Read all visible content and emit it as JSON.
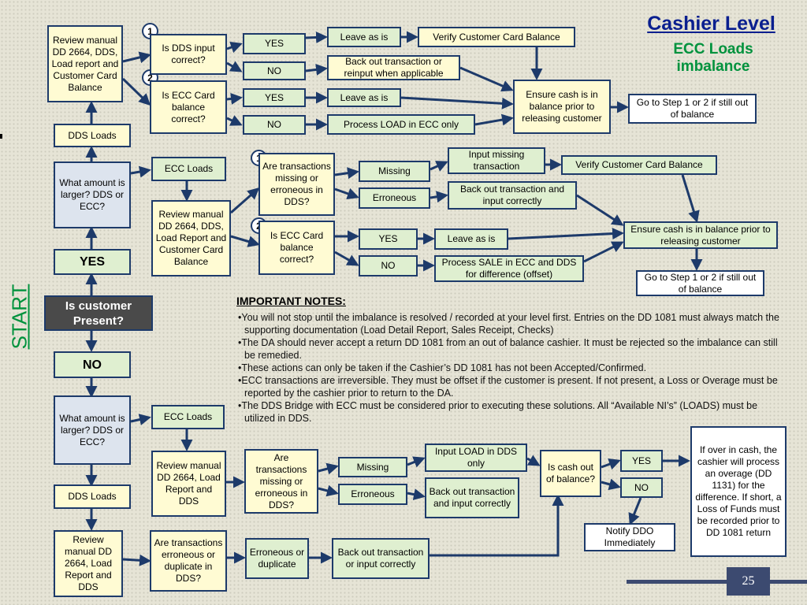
{
  "header": {
    "title": "Cashier Level",
    "subtitle": "ECC Loads imbalance"
  },
  "side": {
    "start_label": "START",
    "tick": "."
  },
  "center": {
    "question": "Is customer Present?",
    "yes": "YES",
    "no": "NO"
  },
  "top": {
    "review": "Review manual DD 2664, DDS, Load report and Customer Card Balance",
    "dds_loads": "DDS Loads",
    "n1": "1",
    "n2": "2",
    "q1": "Is DDS input correct?",
    "q2": "Is ECC Card balance correct?",
    "yes1": "YES",
    "no1": "NO",
    "yes2": "YES",
    "no2": "NO",
    "leave1": "Leave as is",
    "verify": "Verify Customer Card Balance",
    "backout": "Back out transaction or reinput when applicable",
    "leave2": "Leave as is",
    "process": "Process LOAD in ECC only",
    "ensure": "Ensure cash is in balance prior to releasing customer",
    "goto": "Go to Step 1 or 2 if still out of balance"
  },
  "yes_path": {
    "what": "What amount is larger? DDS or ECC?",
    "ecc_loads": "ECC Loads",
    "review": "Review manual DD 2664, DDS, Load Report and Customer Card Balance",
    "n1": "1",
    "n2": "2",
    "q_tx": "Are transactions missing or erroneous in DDS?",
    "q_card": "Is ECC Card balance correct?",
    "missing": "Missing",
    "erroneous": "Erroneous",
    "input_missing": "Input missing transaction",
    "verify": "Verify Customer Card Balance",
    "backout": "Back out transaction and input correctly",
    "yes": "YES",
    "no": "NO",
    "leave": "Leave as is",
    "process_sale": "Process SALE in ECC and DDS for difference (offset)",
    "ensure": "Ensure cash is in balance prior to releasing customer",
    "goto": "Go to Step 1 or 2 if still out of balance"
  },
  "notes": {
    "heading": "IMPORTANT NOTES:",
    "items": [
      "•You will not stop until the imbalance is resolved / recorded at your level first.  Entries on the DD 1081 must always match the supporting documentation (Load Detail Report, Sales Receipt, Checks)",
      "•The DA should never accept a return DD 1081 from an out of balance cashier. It must be rejected so the imbalance can still be remedied.",
      "•These actions can only be taken if the Cashier’s DD 1081 has not been Accepted/Confirmed.",
      "•ECC transactions are irreversible.  They must be offset if the customer is present.  If not present, a Loss or Overage must be reported by the cashier prior to return to the DA.",
      "•The DDS Bridge with ECC must be considered prior to executing these solutions.  All “Available NI’s” (LOADS) must be utilized in DDS."
    ]
  },
  "no_path": {
    "what": "What amount is larger? DDS or ECC?",
    "ecc_loads": "ECC Loads",
    "review_ecc": "Review manual DD 2664, Load Report  and DDS",
    "q_tx": "Are transactions missing or erroneous in DDS?",
    "missing": "Missing",
    "erroneous": "Erroneous",
    "input_load": "Input LOAD in DDS only",
    "backout": "Back out transaction and input correctly",
    "q_cash": "Is cash out of balance?",
    "yes": "YES",
    "no": "NO",
    "over_cash": "If over in cash, the cashier will process an overage (DD 1131) for the difference. If short, a Loss of Funds must be recorded prior to DD 1081 return",
    "notify": "Notify DDO Immediately",
    "dds_loads": "DDS Loads",
    "review_dds": "Review manual DD 2664, Load Report  and DDS",
    "q_err": "Are transactions erroneous or duplicate in DDS?",
    "err_dup": "Erroneous or duplicate",
    "backout2": "Back out transaction or input correctly"
  },
  "page": {
    "number": "25"
  },
  "colors": {
    "line": "#1d3a6a",
    "yellow_box": "#fffbd3",
    "green_box": "#dfefd0",
    "blue_box": "#dde4ee",
    "title": "#0a1f8f",
    "accent_green": "#00923d"
  }
}
